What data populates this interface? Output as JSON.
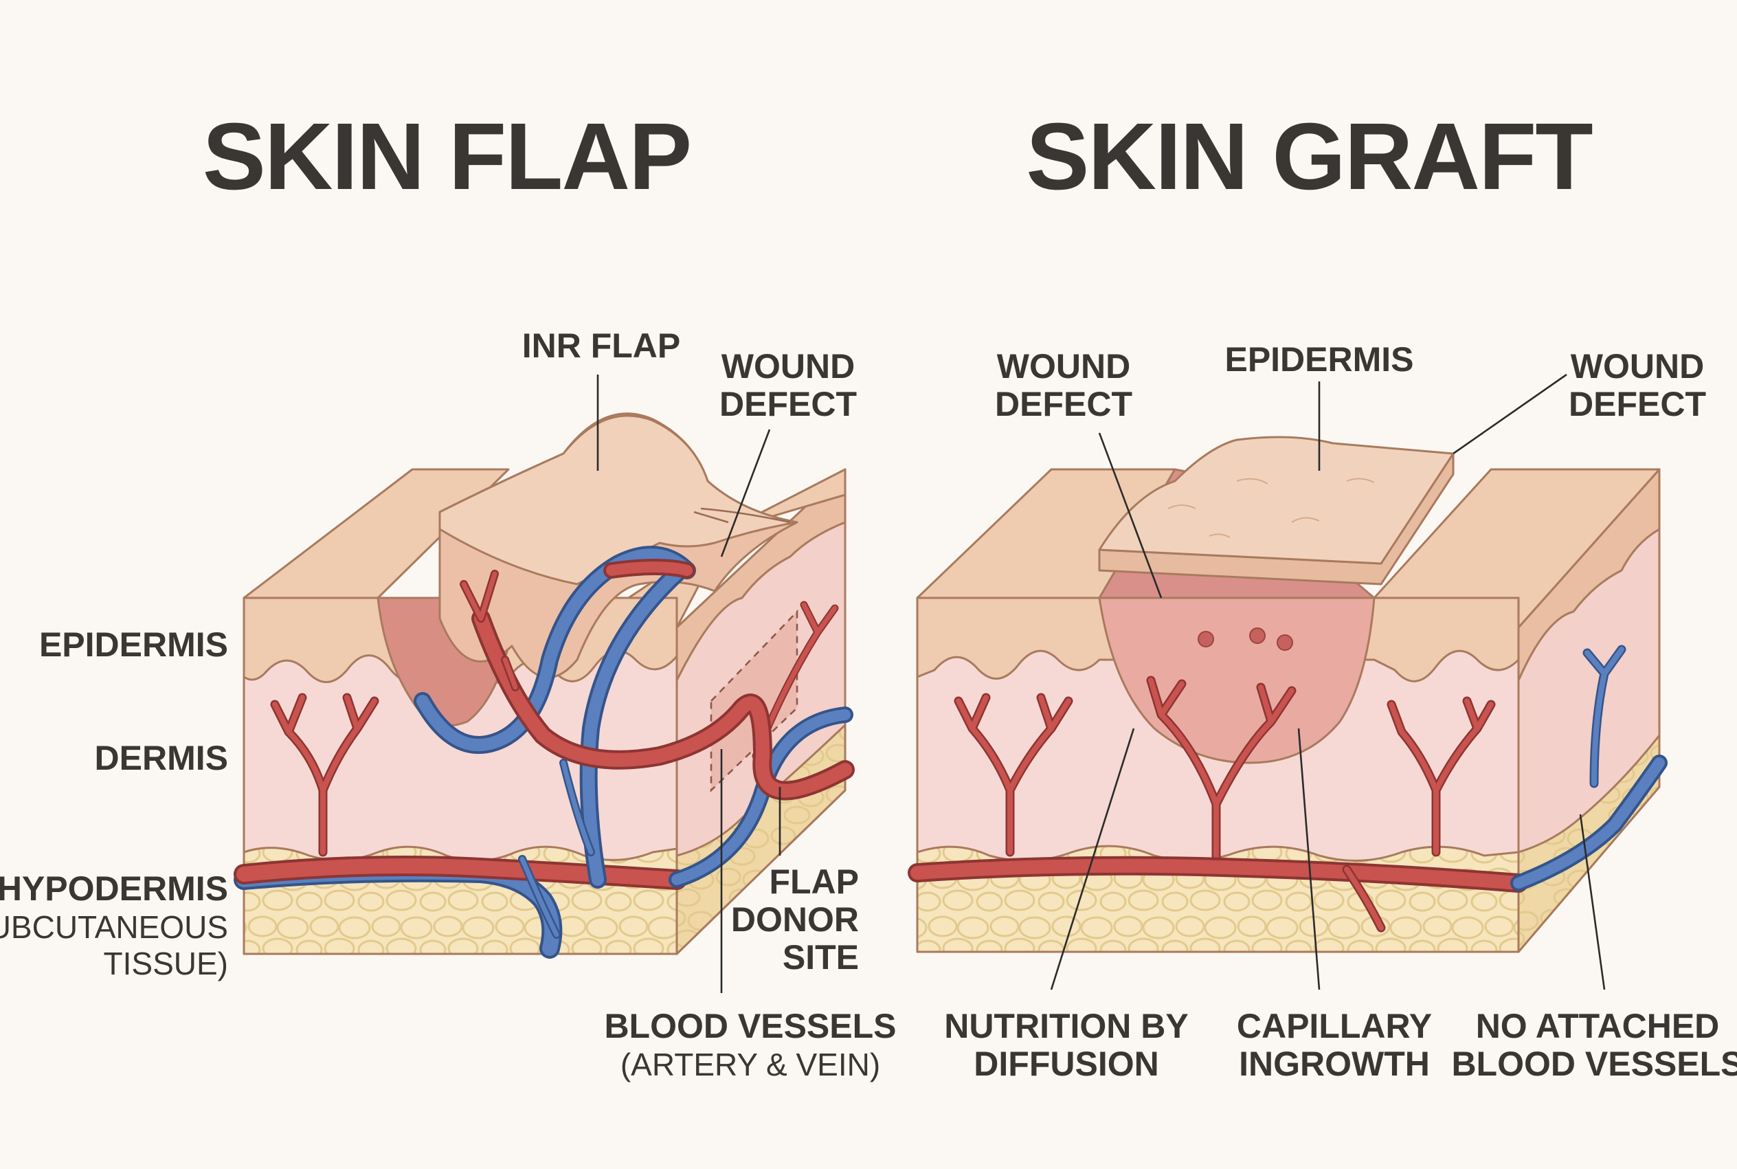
{
  "titles": {
    "flap": "SKIN FLAP",
    "graft": "SKIN GRAFT"
  },
  "flap_labels": {
    "inr_flap": "INR FLAP",
    "wound_defect_1": "WOUND",
    "wound_defect_2": "DEFECT",
    "epidermis": "EPIDERMIS",
    "dermis": "DERMIS",
    "hypodermis": "HYPODERMIS",
    "hypodermis_sub_1": "(SUBCUTANEOUS",
    "hypodermis_sub_2": "TISSUE)",
    "donor_1": "FLAP",
    "donor_2": "DONOR",
    "donor_3": "SITE",
    "vessels": "BLOOD VESSELS",
    "vessels_sub": "(ARTERY & VEIN)"
  },
  "graft_labels": {
    "wound_left_1": "WOUND",
    "wound_left_2": "DEFECT",
    "epidermis": "EPIDERMIS",
    "wound_right_1": "WOUND",
    "wound_right_2": "DEFECT",
    "nutrition_1": "NUTRITION BY",
    "nutrition_2": "DIFFUSION",
    "capillary_1": "CAPILLARY",
    "capillary_2": "INGROWTH",
    "no_vessels_1": "NO ATTACHED",
    "no_vessels_2": "BLOOD VESSELS"
  },
  "colors": {
    "background": "#fbf8f3",
    "epidermis": "#efcbb0",
    "dermis": "#f6d9d4",
    "hypodermis": "#f6e5bd",
    "artery": "#c9534f",
    "vein": "#5a80c0",
    "text": "#3a3634"
  }
}
